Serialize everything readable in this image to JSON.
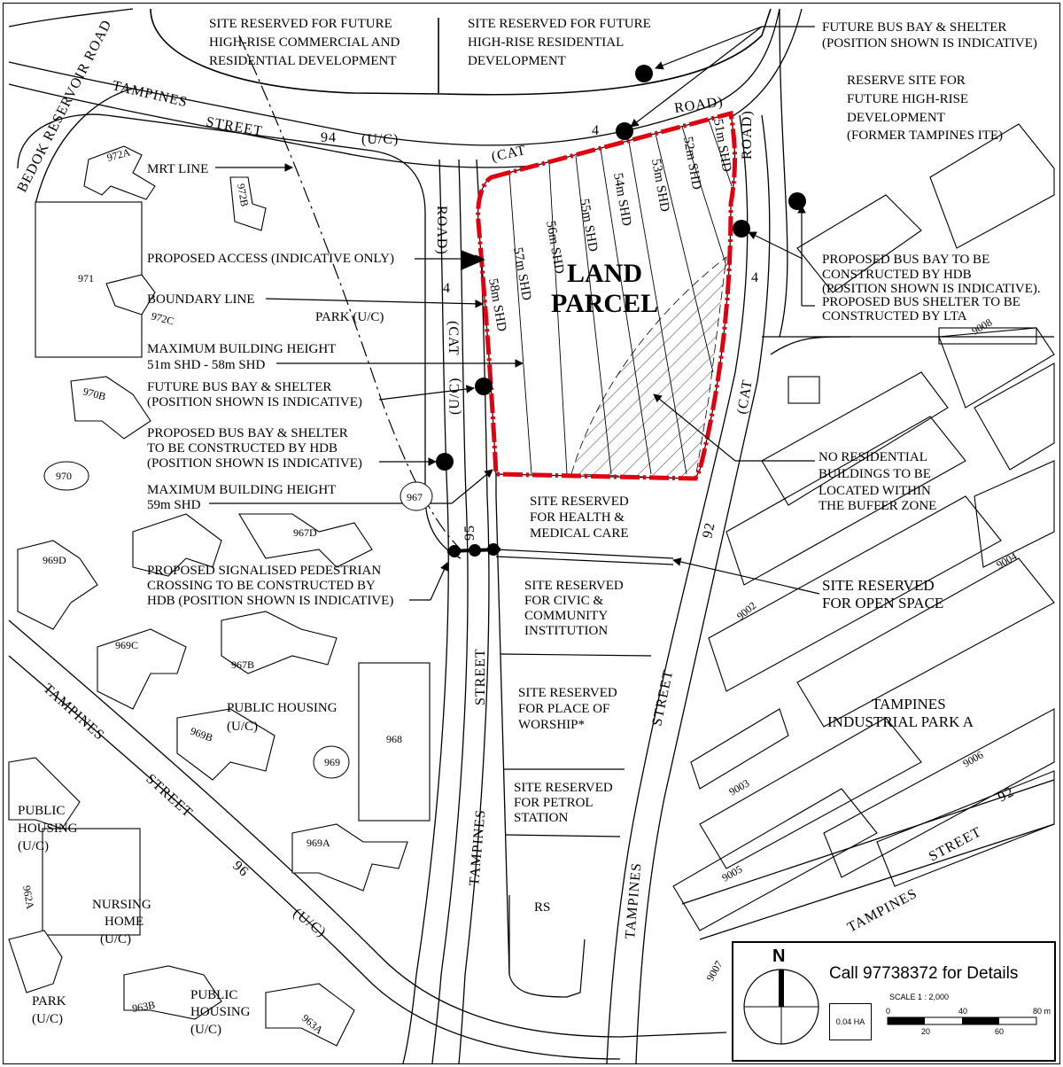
{
  "labels": {
    "site_commercial": [
      "SITE RESERVED FOR FUTURE",
      "HIGH-RISE COMMERCIAL AND",
      "RESIDENTIAL DEVELOPMENT"
    ],
    "site_residential": [
      "SITE RESERVED FOR FUTURE",
      "HIGH-RISE  RESIDENTIAL",
      "DEVELOPMENT"
    ],
    "future_bus_bay_top": [
      "FUTURE BUS BAY & SHELTER",
      "(POSITION SHOWN IS INDICATIVE)"
    ],
    "reserve_site_ite": [
      "RESERVE SITE FOR",
      "FUTURE HIGH-RISE",
      "DEVELOPMENT",
      "(FORMER TAMPINES ITE)"
    ],
    "mrt_line": "MRT LINE",
    "proposed_access": "PROPOSED ACCESS (INDICATIVE ONLY)",
    "boundary_line": "BOUNDARY LINE",
    "park_uc": "PARK (U/C)",
    "max_height_1": [
      "MAXIMUM BUILDING HEIGHT",
      "51m SHD - 58m SHD"
    ],
    "future_bus_bay_left": [
      "FUTURE BUS BAY & SHELTER",
      "(POSITION SHOWN IS INDICATIVE)"
    ],
    "proposed_bus_bay_left": [
      "PROPOSED BUS BAY & SHELTER",
      "TO BE CONSTRUCTED BY HDB",
      "(POSITION SHOWN IS INDICATIVE)"
    ],
    "max_height_2": [
      "MAXIMUM BUILDING HEIGHT",
      "59m SHD"
    ],
    "pedestrian_crossing": [
      "PROPOSED SIGNALISED PEDESTRIAN",
      "CROSSING TO BE CONSTRUCTED BY",
      "HDB (POSITION SHOWN IS INDICATIVE)"
    ],
    "proposed_bus_bay_right": [
      "PROPOSED BUS BAY TO BE",
      "CONSTRUCTED BY HDB",
      "(POSITION SHOWN IS INDICATIVE).",
      "PROPOSED BUS SHELTER TO BE",
      "CONSTRUCTED BY LTA"
    ],
    "no_residential": [
      "NO RESIDENTIAL",
      "BUILDINGS TO BE",
      "LOCATED WITHIN",
      "THE  BUFFER ZONE"
    ],
    "site_health": [
      "SITE RESERVED",
      "FOR HEALTH &",
      "MEDICAL CARE"
    ],
    "site_open_space": [
      "SITE RESERVED",
      "FOR OPEN SPACE"
    ],
    "site_civic": [
      "SITE RESERVED",
      "FOR CIVIC &",
      "COMMUNITY",
      "INSTITUTION"
    ],
    "site_worship": [
      "SITE RESERVED",
      "FOR PLACE OF",
      "WORSHIP*"
    ],
    "site_petrol": [
      "SITE RESERVED",
      "FOR PETROL",
      "STATION"
    ],
    "rs": "RS",
    "land_parcel": [
      "LAND",
      "PARCEL"
    ],
    "tampines_ind": [
      "TAMPINES",
      "INDUSTRIAL PARK A"
    ],
    "public_housing_uc_center": [
      "PUBLIC HOUSING",
      "(U/C)"
    ],
    "public_housing_left": [
      "PUBLIC",
      "HOUSING",
      "(U/C)"
    ],
    "public_housing_bottom": [
      "PUBLIC",
      "HOUSING",
      "(U/C)"
    ],
    "nursing_home": [
      "NURSING",
      "HOME",
      "(U/C)"
    ],
    "park_bottom": [
      "PARK",
      "(U/C)"
    ]
  },
  "heights": [
    "58m SHD",
    "57m SHD",
    "56m SHD",
    "55m SHD",
    "54m SHD",
    "53m SHD",
    "52m SHD",
    "51m SHD"
  ],
  "roads": {
    "bedok_reservoir": "BEDOK  RESERVOIR  ROAD",
    "tampines_st94": "TAMPINES",
    "street": "STREET",
    "n94": "94",
    "uc": "(U/C)",
    "cat4": "(CAT",
    "four": "4",
    "road": "ROAD)",
    "road_right": "ROAD)",
    "cat_right": "(CAT",
    "left_road": "ROAD)",
    "left_four": "4",
    "left_cat": "(CAT",
    "left_uc": "(U/C)",
    "n95": "95",
    "street_v": "STREET",
    "tampines_v": "TAMPINES",
    "n92": "92",
    "street_v2": "STREET",
    "tampines_v2": "TAMPINES",
    "tampines96": "TAMPINES",
    "street96": "STREET",
    "n96": "96",
    "uc96": "(U/C)",
    "tampines92": "TAMPINES",
    "street92": "STREET",
    "n92b": "92"
  },
  "blocks": [
    "972A",
    "972B",
    "971",
    "972C",
    "970B",
    "970",
    "967",
    "967D",
    "969D",
    "969C",
    "967B",
    "969B",
    "969",
    "968",
    "969A",
    "962A",
    "963B",
    "963A",
    "9008",
    "9004",
    "9002",
    "9003",
    "9006",
    "9005",
    "9007"
  ],
  "legend": {
    "north": "N",
    "call": "Call 97738372 for Details",
    "area": "0.04 HA",
    "scale": "SCALE    1 : 2,000",
    "ticks_top": [
      "0",
      "40",
      "80 m"
    ],
    "ticks_bottom": [
      "20",
      "60"
    ]
  },
  "colors": {
    "parcel_boundary": "#e0000f",
    "ink": "#000000"
  }
}
